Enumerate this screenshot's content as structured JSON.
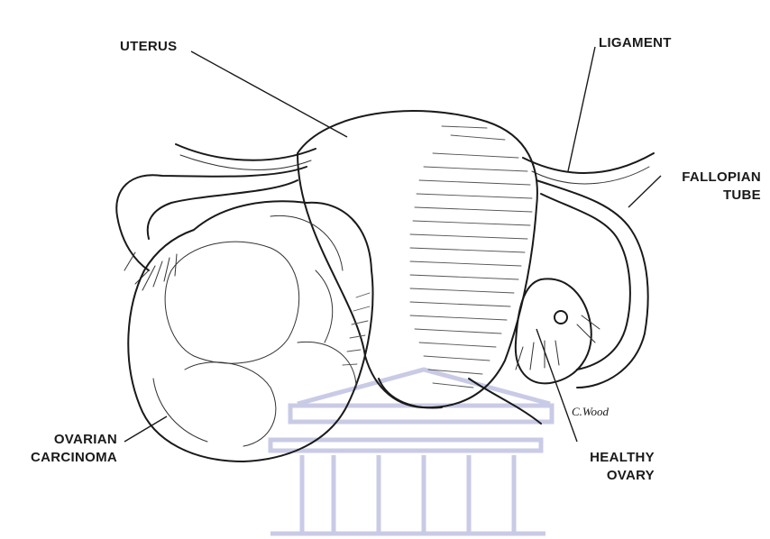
{
  "labels": {
    "uterus": "UTERUS",
    "ligament": "LIGAMENT",
    "fallopian_tube_line1": "FALLOPIAN",
    "fallopian_tube_line2": "TUBE",
    "ovarian_carcinoma_line1": "OVARIAN",
    "ovarian_carcinoma_line2": "CARCINOMA",
    "healthy_ovary_line1": "HEALTHY",
    "healthy_ovary_line2": "OVARY"
  },
  "signature": "C.Wood",
  "colors": {
    "ink": "#1a1a1a",
    "watermark": "#c9cbe6",
    "background": "#ffffff"
  }
}
